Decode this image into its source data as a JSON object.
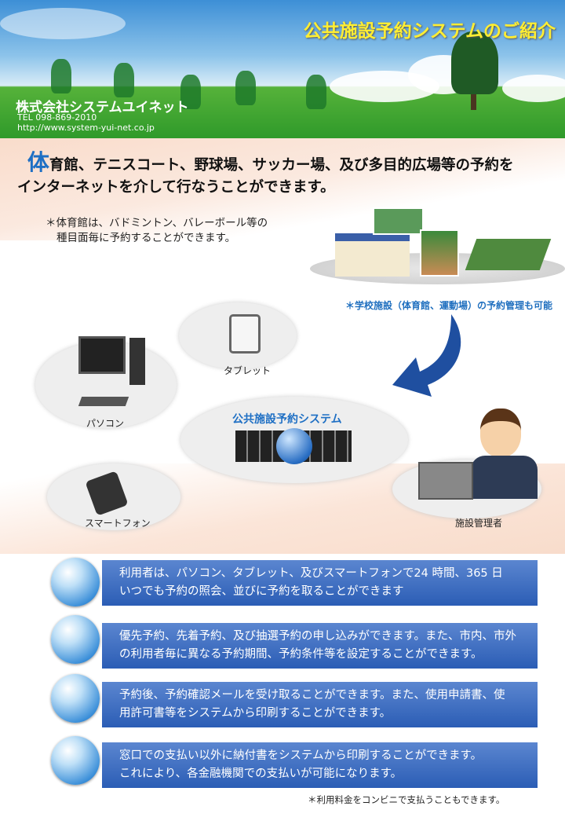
{
  "header": {
    "title": "公共施設予約システムのご紹介",
    "company": "株式会社システムユイネット",
    "tel": "TEL 098-869-2010",
    "url": "http://www.system-yui-net.co.jp"
  },
  "intro": {
    "lead_big": "体",
    "lead_rest": "育館、テニスコート、野球場、サッカー場、及び多目的広場等の予約を",
    "lead_line2": "インターネットを介して行なうことができます。",
    "note_line1": "＊体育館は、バドミントン、バレーボール等の",
    "note_line2": "種目面毎に予約することができます。",
    "school_note": "＊学校施設（体育館、運動場）の予約管理も可能"
  },
  "diagram": {
    "tablet": "タブレット",
    "pc": "パソコン",
    "system": "公共施設予約システム",
    "smartphone": "スマートフォン",
    "admin": "施設管理者"
  },
  "features": [
    {
      "line1": "利用者は、パソコン、タブレット、及びスマートフォンで24 時間、365 日",
      "line2": "いつでも予約の照会、並びに予約を取ることができます"
    },
    {
      "line1": "優先予約、先着予約、及び抽選予約の申し込みができます。また、市内、市外",
      "line2": "の利用者毎に異なる予約期間、予約条件等を設定することができます。"
    },
    {
      "line1": "予約後、予約確認メールを受け取ることができます。また、使用申請書、使",
      "line2": "用許可書等をシステムから印刷することができます。"
    },
    {
      "line1": "窓口での支払い以外に納付書をシステムから印刷することができます。",
      "line2": "これにより、各金融機関での支払いが可能になります。"
    }
  ],
  "footnote": "＊利用料金をコンビニで支払うこともできます。"
}
